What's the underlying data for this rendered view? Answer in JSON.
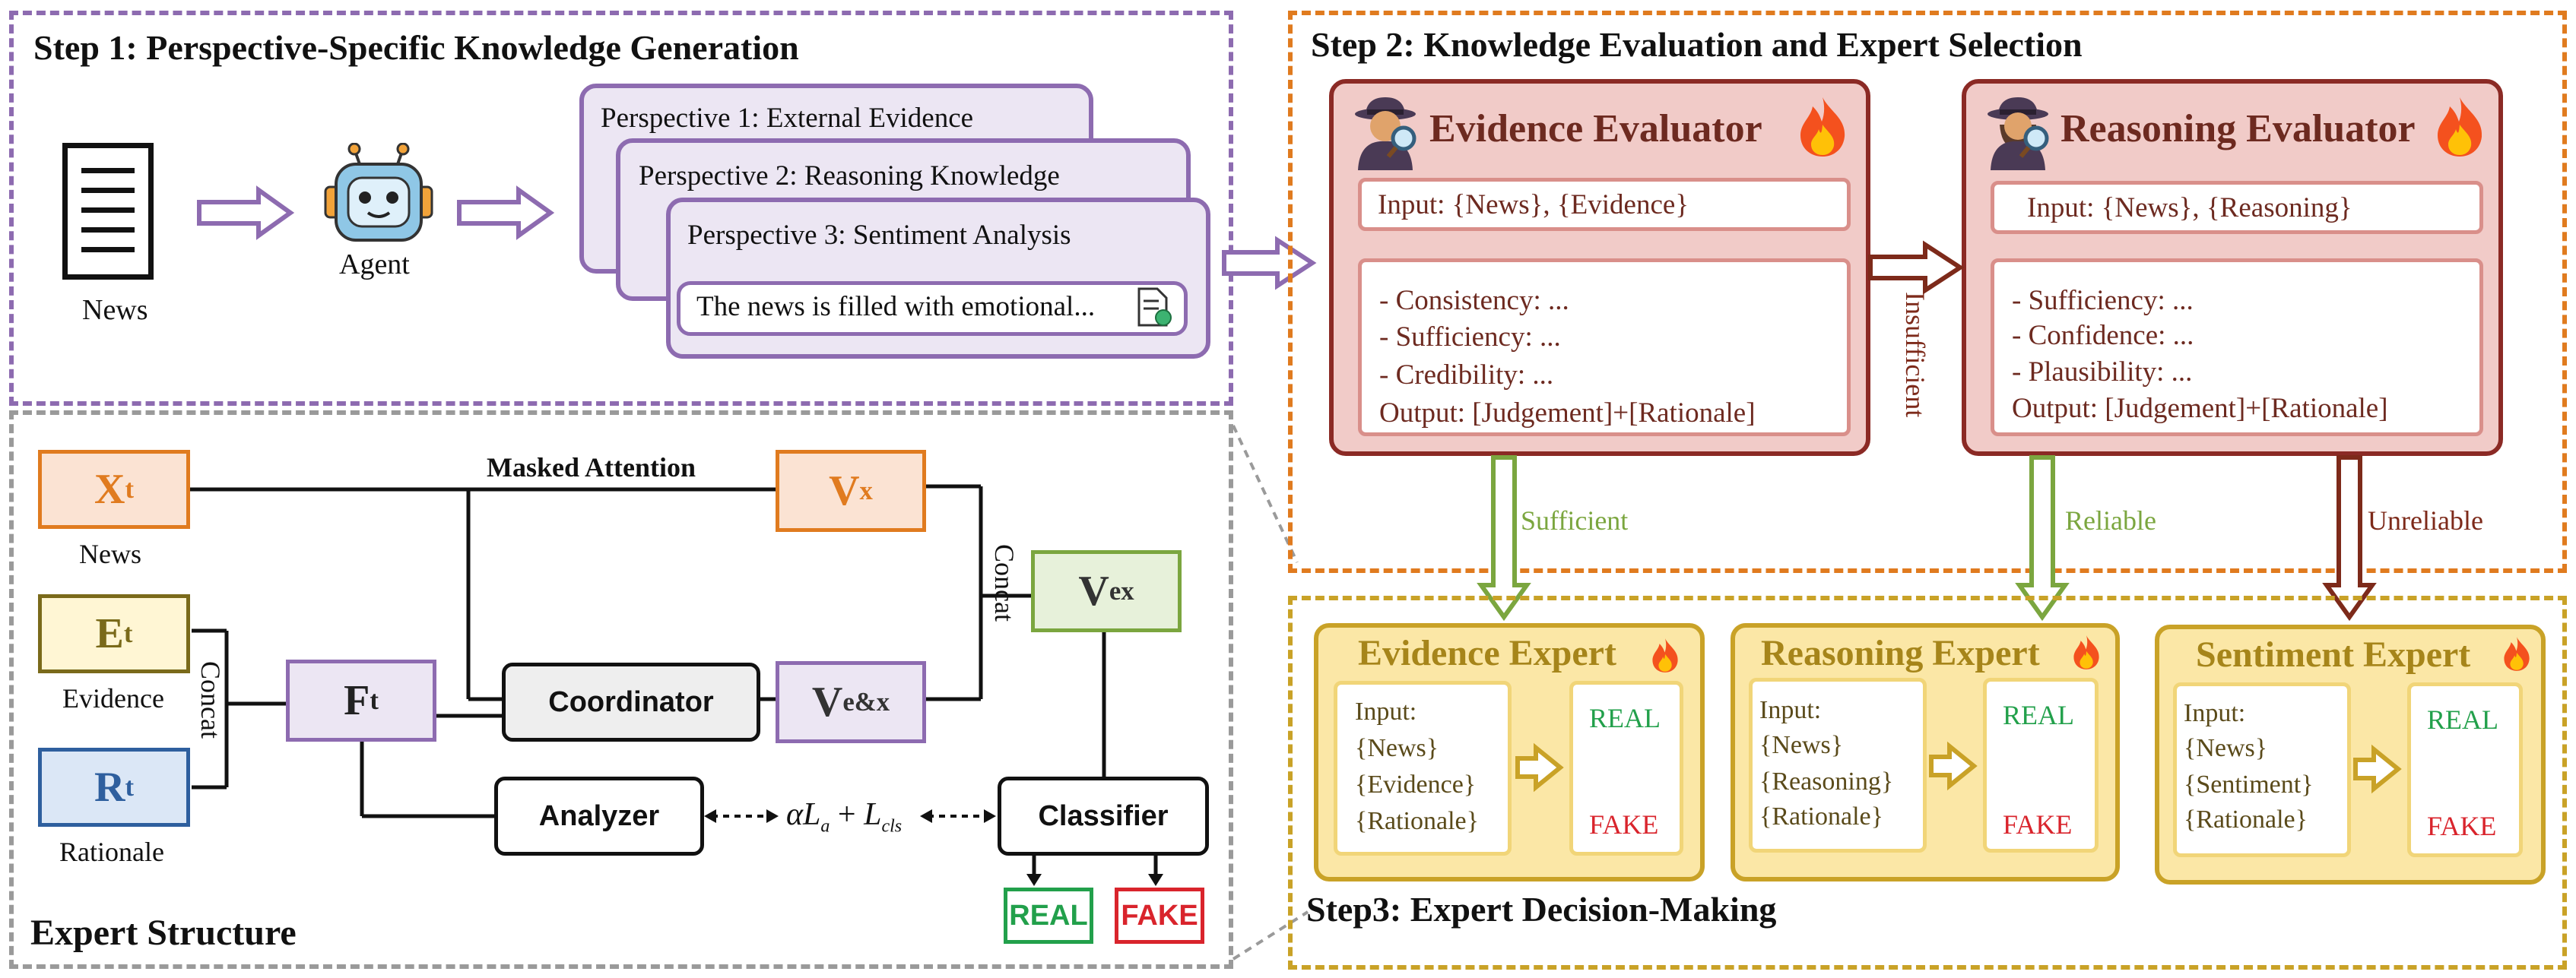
{
  "step1": {
    "title": "Step 1: Perspective-Specific Knowledge Generation",
    "news_label": "News",
    "agent_label": "Agent",
    "perspectives": [
      "Perspective 1: External Evidence",
      "Perspective 2: Reasoning Knowledge",
      "Perspective 3: Sentiment Analysis"
    ],
    "sentiment_example": "The news  is filled with emotional..."
  },
  "step2": {
    "title": "Step 2: Knowledge Evaluation and Expert Selection",
    "evidence_evaluator": {
      "title": "Evidence Evaluator",
      "input": "Input: {News}, {Evidence}",
      "criteria": [
        "- Consistency: ...",
        "- Sufficiency: ...",
        "- Credibility: ..."
      ],
      "output": "Output: [Judgement]+[Rationale]"
    },
    "reasoning_evaluator": {
      "title": "Reasoning Evaluator",
      "input": "Input: {News}, {Reasoning}",
      "criteria": [
        "- Sufficiency: ...",
        "- Confidence: ...",
        "- Plausibility: ..."
      ],
      "output": "Output: [Judgement]+[Rationale]"
    },
    "arrow_labels": {
      "insufficient": "Insufficient",
      "sufficient": "Sufficient",
      "reliable": "Reliable",
      "unreliable": "Unreliable"
    }
  },
  "step3": {
    "title": "Step3: Expert Decision-Making",
    "experts": [
      {
        "title": "Evidence Expert",
        "inputs": [
          "Input:",
          "{News}",
          "{Evidence}",
          "{Rationale}"
        ]
      },
      {
        "title": "Reasoning Expert",
        "inputs": [
          "Input:",
          "{News}",
          "{Reasoning}",
          "{Rationale}"
        ]
      },
      {
        "title": "Sentiment Expert",
        "inputs": [
          "Input:",
          "{News}",
          "{Sentiment}",
          "{Rationale}"
        ]
      }
    ],
    "real": "REAL",
    "fake": "FAKE"
  },
  "expert_structure": {
    "title": "Expert Structure",
    "masked_attention": "Masked Attention",
    "concat_left": "Concat",
    "concat_right": "Concat",
    "news_label": "News",
    "evidence_label": "Evidence",
    "rationale_label": "Rationale",
    "coordinator": "Coordinator",
    "analyzer": "Analyzer",
    "classifier": "Classifier",
    "real_badge": "REAL",
    "fake_badge": "FAKE",
    "loss_alpha": "α",
    "loss_l": "L",
    "loss_a": "a",
    "loss_plus": "+",
    "loss_cls": "cls",
    "symbols": {
      "xt": "X",
      "xt_sub": "t",
      "et": "E",
      "et_sub": "t",
      "rt": "R",
      "rt_sub": "t",
      "ft": "F",
      "ft_sub": "t",
      "vx": "V",
      "vx_sub": "x",
      "vex": "V",
      "vex_sub": "ex",
      "vex2": "V",
      "vex2_sub": "e&x"
    }
  },
  "colors": {
    "purple": "#8d6bb0",
    "orange": "#e07b1f",
    "gold": "#c9a227",
    "gray": "#9a9a9a",
    "evaluator_border": "#8b2a25",
    "evaluator_fill": "#f1cbc8",
    "expert_fill": "#fbe7a6",
    "green": "#7ba63f",
    "dark_red": "#7d2a1a",
    "real_green": "#22a04b",
    "fake_red": "#d9242c"
  }
}
